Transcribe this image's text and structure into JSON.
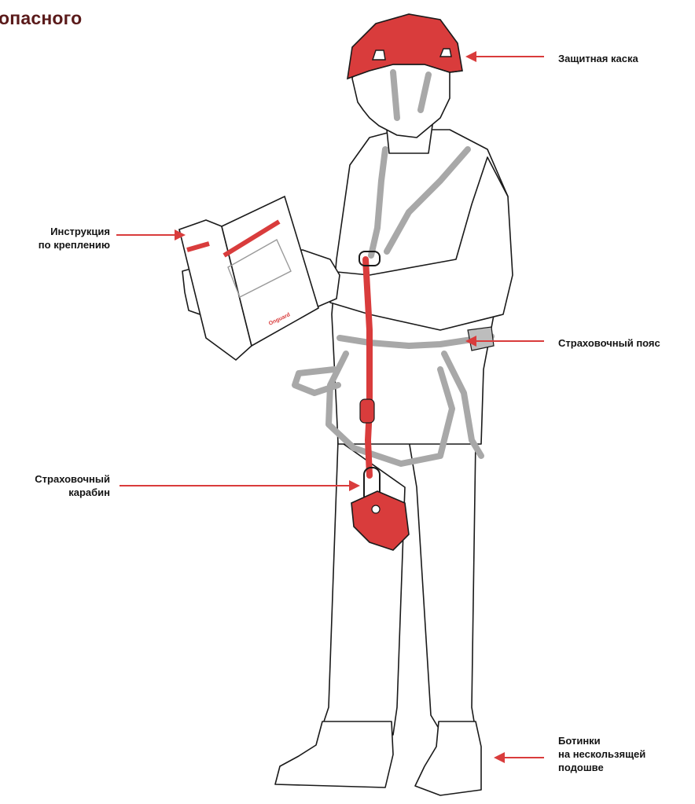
{
  "title": "опасного",
  "labels": {
    "helmet": "Защитная каска",
    "manual": "Инструкция\nпо креплению",
    "harness": "Страховочный пояс",
    "carabiner": "Страховочный\nкарабин",
    "boots": "Ботинки\n на нескользящей\nподошве"
  },
  "brand_on_manual": "Оnguard",
  "colors": {
    "accent_red": "#d93c3c",
    "title": "#5a1a1a",
    "outline": "#1a1a1a",
    "strap_gray": "#a8a8a8"
  }
}
